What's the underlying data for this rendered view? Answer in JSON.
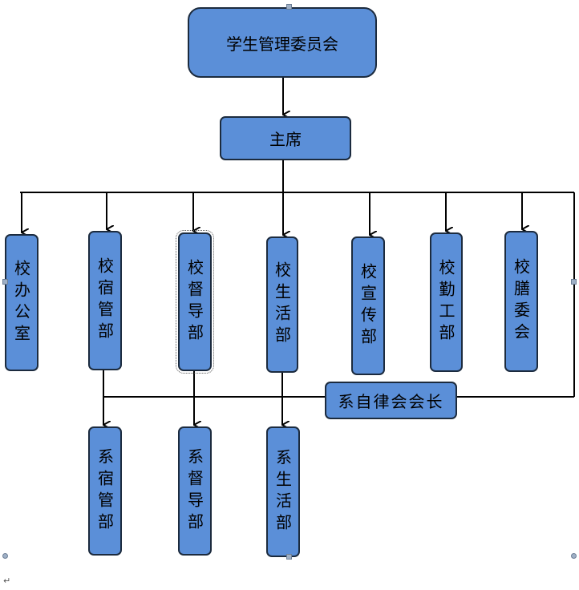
{
  "diagram": {
    "top": "学生管理委员会",
    "chair": "主席",
    "departments": [
      "校办公室",
      "校宿管部",
      "校督导部",
      "校生活部",
      "校宣传部",
      "校勤工部",
      "校膳委会"
    ],
    "side": "系自律会会长",
    "sub": [
      "系宿管部",
      "系督导部",
      "系生活部"
    ],
    "colors": {
      "fill": "#5b8fd8",
      "border": "#1c2b3e",
      "line": "#000000"
    },
    "paragraph_mark": "↵"
  }
}
